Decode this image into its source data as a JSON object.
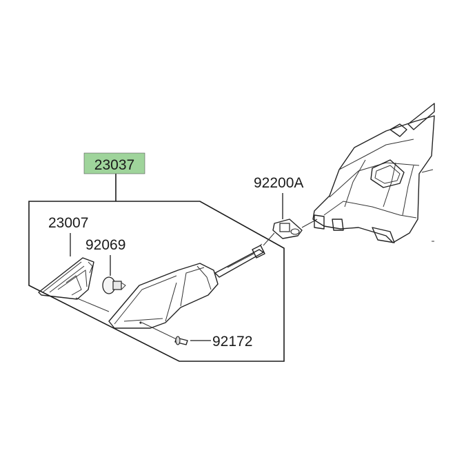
{
  "parts": {
    "assembly": "23037",
    "lens": "23007",
    "bulb": "92069",
    "grommet": "92200A",
    "screw": "92172"
  },
  "colors": {
    "highlight": "#9fd49b",
    "line": "#1a1a1a"
  }
}
